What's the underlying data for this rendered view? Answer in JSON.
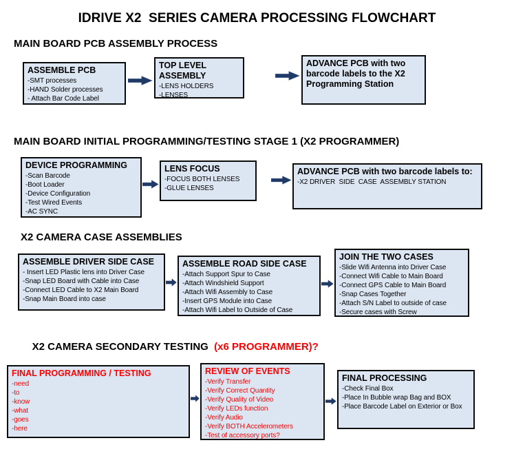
{
  "title": "IDRIVE X2  SERIES CAMERA PROCESSING FLOWCHART",
  "colors": {
    "box-fill": "#dce6f2",
    "box-border": "#0a0a0a",
    "arrow": "#203a64",
    "red": "#ff0000",
    "text": "#000000"
  },
  "sections": [
    {
      "heading": "MAIN BOARD PCB ASSEMBLY PROCESS",
      "boxes": [
        {
          "title": "ASSEMBLE PCB",
          "lines": [
            "-SMT processes",
            "-HAND Solder processes",
            "- Attach Bar Code Label"
          ]
        },
        {
          "title": "TOP LEVEL ASSEMBLY",
          "lines": [
            "-LENS HOLDERS",
            "-LENSES"
          ]
        },
        {
          "title": "ADVANCE PCB with two barcode labels to the X2 Programming Station",
          "lines": []
        }
      ]
    },
    {
      "heading": "MAIN BOARD INITIAL PROGRAMMING/TESTING STAGE 1 (X2 PROGRAMMER)",
      "boxes": [
        {
          "title": "DEVICE PROGRAMMING",
          "lines": [
            "-Scan Barcode",
            "-Boot Loader",
            "-Device Configuration",
            "-Test Wired Events",
            "-AC SYNC"
          ]
        },
        {
          "title": "LENS FOCUS",
          "lines": [
            "-FOCUS BOTH LENSES",
            "-GLUE LENSES"
          ]
        },
        {
          "title": "ADVANCE PCB with two barcode labels to:",
          "lines": [
            "-X2 DRIVER  SIDE  CASE  ASSEMBLY STATION"
          ]
        }
      ]
    },
    {
      "heading": "X2 CAMERA CASE ASSEMBLIES",
      "boxes": [
        {
          "title": "ASSEMBLE DRIVER SIDE CASE",
          "lines": [
            "- Insert LED Plastic lens into Driver Case",
            "-Snap LED Board with Cable into Case",
            "-Connect LED Cable to X2 Main Board",
            "-Snap Main Board into case"
          ]
        },
        {
          "title": "ASSEMBLE ROAD SIDE CASE",
          "lines": [
            "-Attach Support Spur to Case",
            "-Attach Windshield Support",
            "-Attach Wifi Assembly to Case",
            "-Insert GPS Module into Case",
            "-Attach Wifi Label to Outside of Case"
          ]
        },
        {
          "title": "JOIN THE TWO CASES",
          "lines": [
            "-Slide Wifi Antenna into Driver Case",
            "-Connect Wifi Cable to Main Board",
            "-Connect GPS Cable to Main Board",
            "-Snap Cases Together",
            "-Attach S/N Label to outside of case",
            "-Secure cases with Screw"
          ]
        }
      ]
    },
    {
      "heading": "X2 CAMERA SECONDARY TESTING  ",
      "heading_accent": "(x6 PROGRAMMER)?",
      "boxes": [
        {
          "title": "FINAL PROGRAMMING / TESTING",
          "lines": [
            "-need",
            "-to",
            "-know",
            "-what",
            "-goes",
            "-here"
          ]
        },
        {
          "title": "REVIEW OF EVENTS",
          "lines": [
            "-Verify Transfer",
            "-Verify Correct Quantity",
            "-Verify Quality of Video",
            "-Verify LEDs function",
            "-Verify Audio",
            "-Verify BOTH Accelerometers",
            "-Test of accessory ports?"
          ]
        },
        {
          "title": "FINAL PROCESSING",
          "lines": [
            "-Check Final Box",
            "-Place In Bubble wrap Bag and BOX",
            "-Place Barcode Label on Exterior or Box"
          ]
        }
      ]
    }
  ]
}
